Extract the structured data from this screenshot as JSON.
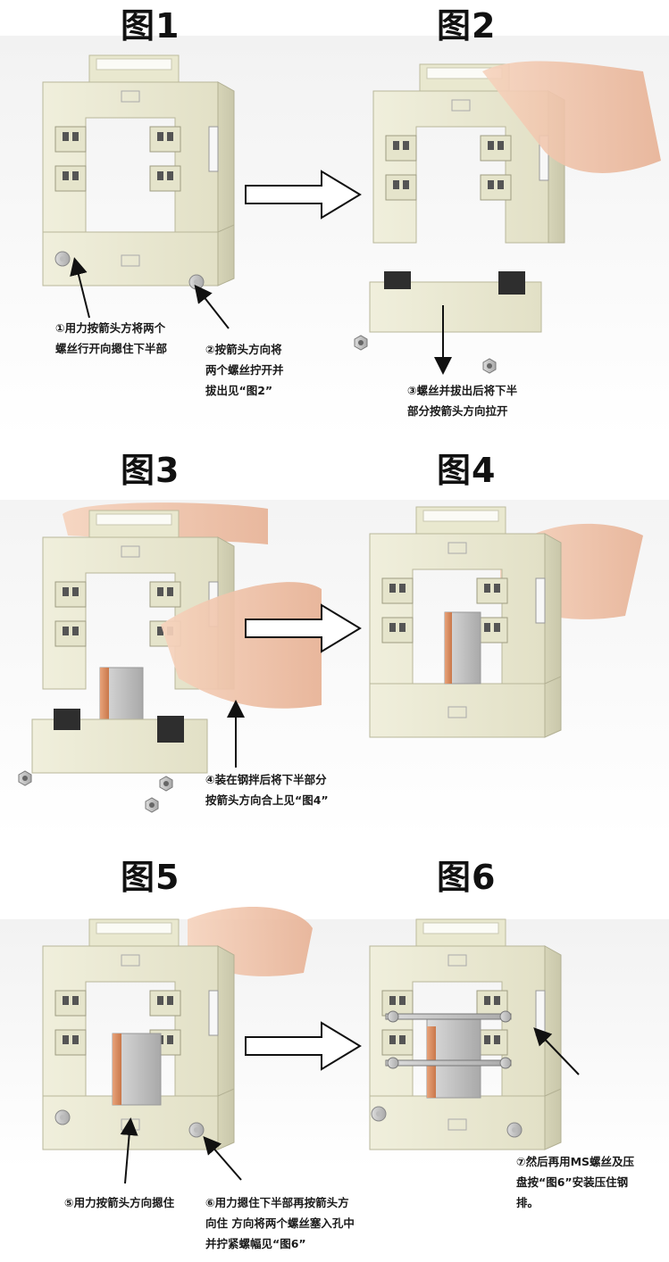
{
  "figures": [
    {
      "title": "图1"
    },
    {
      "title": "图2"
    },
    {
      "title": "图3"
    },
    {
      "title": "图4"
    },
    {
      "title": "图5"
    },
    {
      "title": "图6"
    }
  ],
  "captions": {
    "c1": "①用力按箭头方将两个\n螺丝行开向摁住下半部",
    "c2": "②按箭头方向将\n两个螺丝拧开并\n拔出见“图2”",
    "c3": "③螺丝并拔出后将下半\n部分按箭头方向拉开",
    "c4": "④装在钢拌后将下半部分\n按箭头方向合上见“图4”",
    "c5": "⑤用力按箭头方向摁住",
    "c6": "⑥用力摁住下半部再按箭头方\n向住  方向将两个螺丝塞入孔中\n并拧紧螺幅见“图6”",
    "c7": "⑦然后再用MS螺丝及压\n盘按“图6”安装压住钢\n排。"
  },
  "colors": {
    "body": "#ecebd6",
    "body_shade": "#d9d7bd",
    "busbar": "#d88a5a",
    "skin": "#f2c9b0",
    "arrow": "#111111"
  }
}
